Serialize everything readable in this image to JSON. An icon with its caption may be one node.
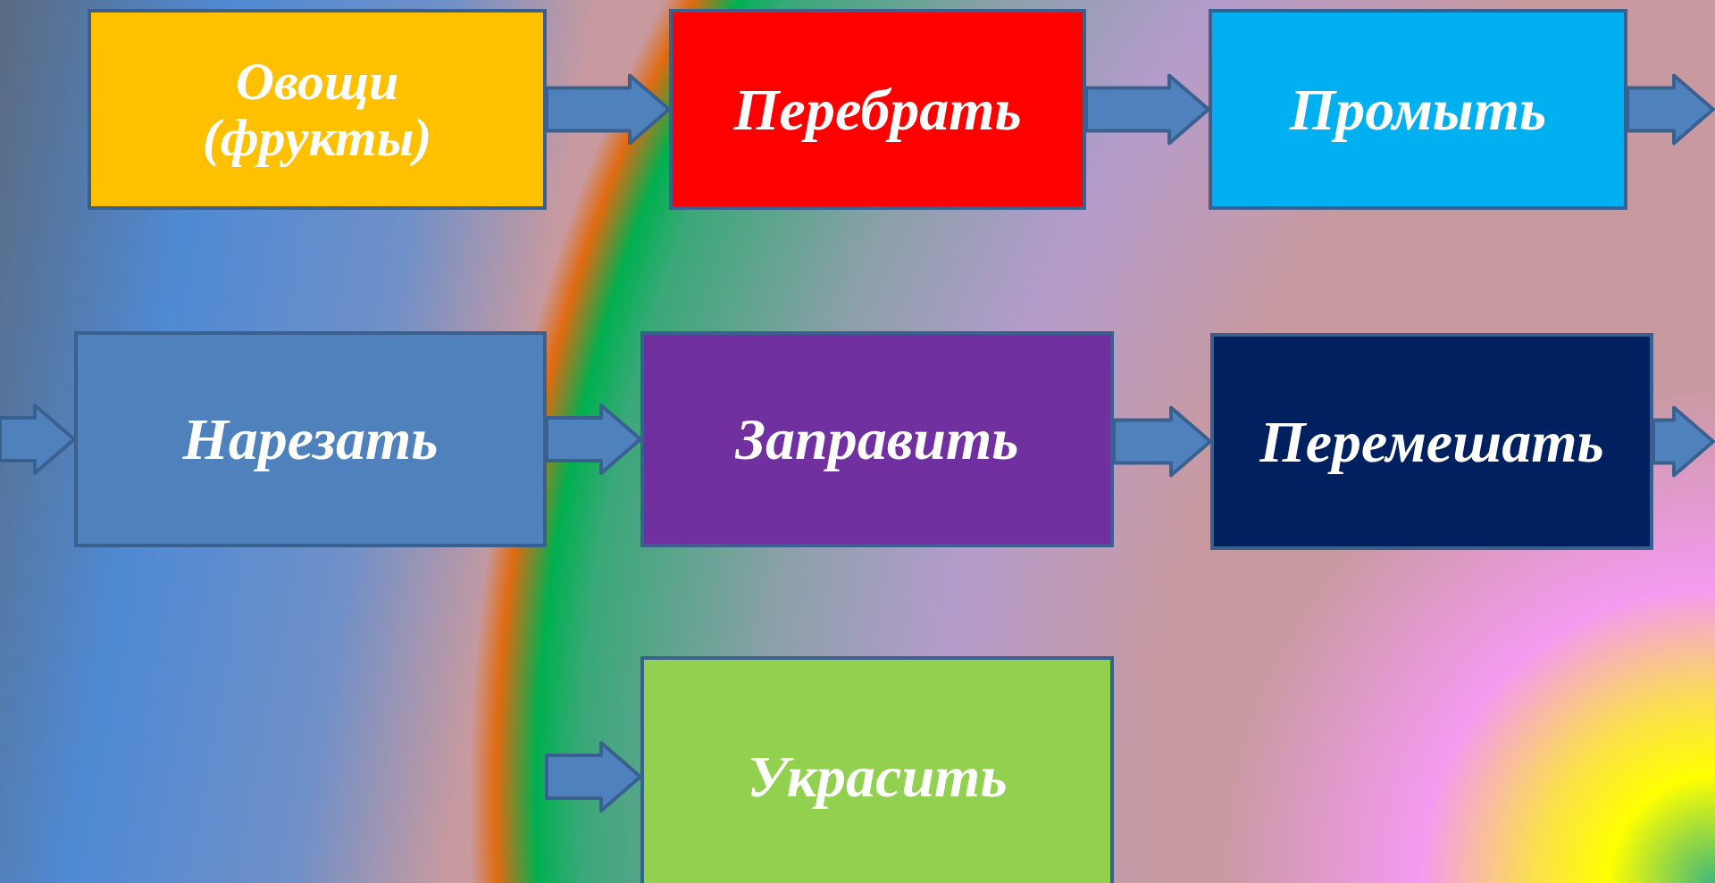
{
  "diagram": {
    "nodes": [
      {
        "text": [
          "Овощи (фрукты)"
        ]
      },
      {
        "text": [
          "Перебрать"
        ]
      },
      {
        "text": [
          "Промыть"
        ]
      },
      {
        "text": [
          "Нарезать"
        ]
      },
      {
        "text": [
          "Заправить"
        ]
      },
      {
        "text": [
          "Перемешать"
        ]
      },
      {
        "text": [
          "Украсить"
        ]
      }
    ],
    "edges": [
      {
        "from": 0,
        "to": 1,
        "arrow": "to"
      },
      {
        "from": 1,
        "to": 2,
        "arrow": "to"
      },
      {
        "from": 2,
        "to": null,
        "arrow": "to"
      },
      {
        "from": null,
        "to": 3,
        "arrow": "to"
      },
      {
        "from": 3,
        "to": 4,
        "arrow": "to"
      },
      {
        "from": 4,
        "to": 5,
        "arrow": "to"
      },
      {
        "from": 5,
        "to": null,
        "arrow": "to"
      },
      {
        "from": null,
        "to": 6,
        "arrow": "to"
      }
    ]
  }
}
